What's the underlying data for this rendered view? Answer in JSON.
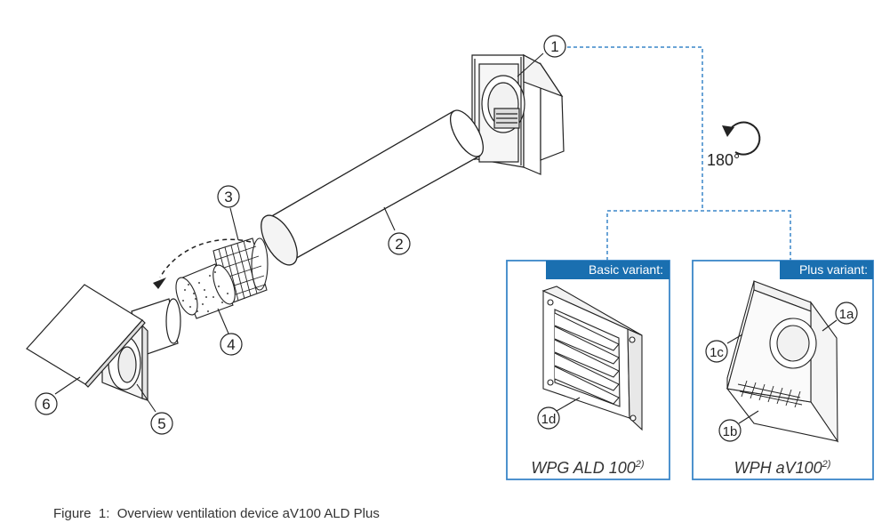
{
  "figure": {
    "caption": "Figure  1:  Overview ventilation device aV100 ALD Plus",
    "rotation_label": "180°",
    "callouts": [
      "1",
      "2",
      "3",
      "4",
      "5",
      "6"
    ],
    "variant_callouts": [
      "1a",
      "1b",
      "1c",
      "1d"
    ],
    "basic_variant": {
      "header": "Basic variant:",
      "name": "WPG ALD 100",
      "footnote": "2)"
    },
    "plus_variant": {
      "header": "Plus variant:",
      "name": "WPH aV100",
      "footnote": "2)"
    },
    "colors": {
      "accent": "#1a6fb0",
      "panel_border": "#3a86c8",
      "leader_dash": "#3a86c8",
      "line": "#222222"
    }
  }
}
